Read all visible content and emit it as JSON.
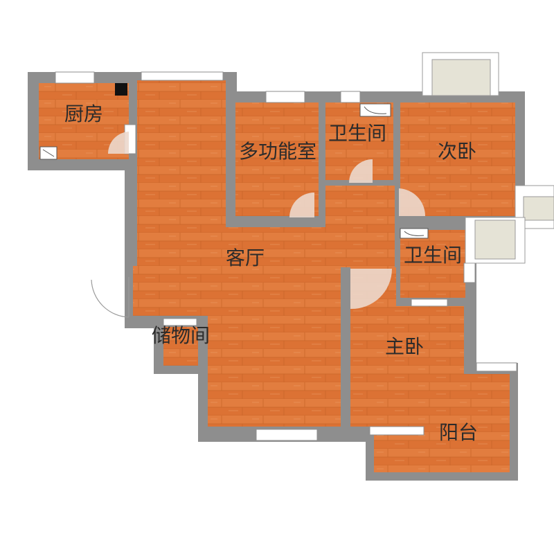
{
  "rooms": {
    "kitchen": "厨房",
    "multi_room": "多功能室",
    "bath1": "卫生间",
    "bedroom2": "次卧",
    "living": "客厅",
    "bath2": "卫生间",
    "storage": "储物间",
    "master": "主卧",
    "balcony": "阳台"
  },
  "colors": {
    "floor": "#e0783a",
    "floor_line": "#c96528",
    "wall": "#8e8e8e",
    "balcony_tile": "#e5e3d6"
  }
}
